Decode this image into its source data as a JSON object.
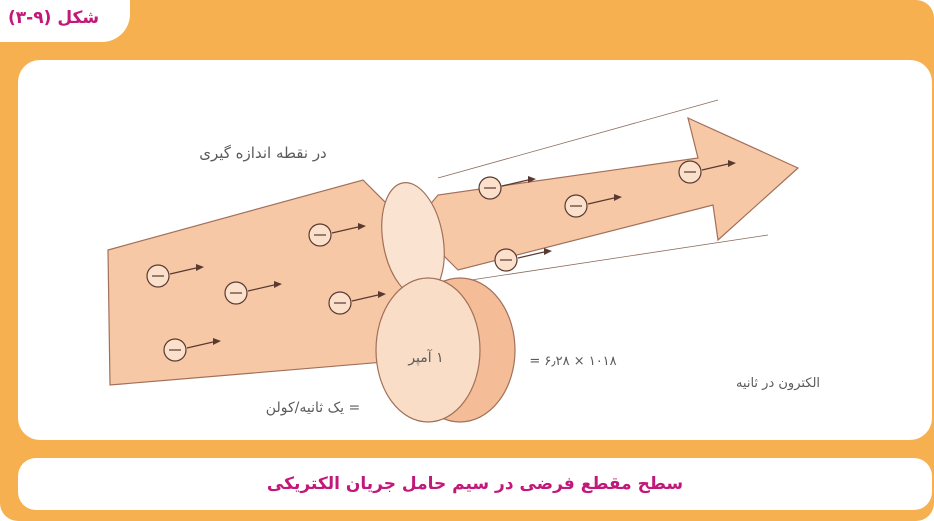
{
  "figure": {
    "label": "شکل (۹-۳)",
    "caption": "سطح مقطع فرضی در سیم حامل جریان الکتریکی"
  },
  "diagram": {
    "text_top": "در نقطه اندازه گیری",
    "disk_label": "۱ آمپر",
    "equation_right": "= ۶٫۲۸ × ۱۰۱۸",
    "equation_left": "= یک ثانیه/کولن",
    "unit_right": "الکترون در ثانیه",
    "electron_symbol": "−"
  },
  "colors": {
    "frame": "#f6b04f",
    "caption_text": "#c2187a",
    "wire_fill": "#f7c8a6",
    "disk_fill": "#f9ddc6",
    "electron_stroke": "#5a3a30"
  }
}
